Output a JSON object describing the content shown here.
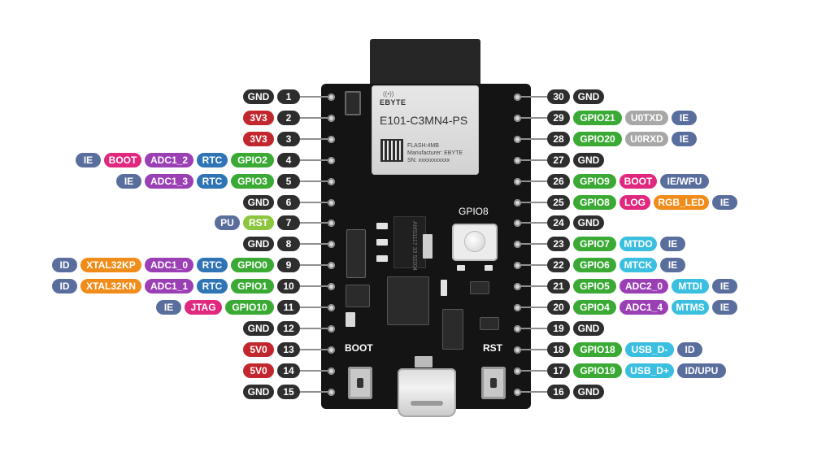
{
  "board": {
    "module_brand": "EBYTE",
    "module_model": "E101-C3MN4-PS",
    "module_flash": "FLASH:4MB",
    "module_manufacturer": "Manufacturer: EBYTE",
    "module_sn": "SN: xxxxxxxxxxx",
    "regulator_text": "AMS1117 33 52204",
    "button_gpio8_label": "GPIO8",
    "button_boot_label": "BOOT",
    "button_rst_label": "RST"
  },
  "left_pins": [
    {
      "num": "1",
      "tags": [
        {
          "t": "GND",
          "c": "gnd"
        }
      ]
    },
    {
      "num": "2",
      "tags": [
        {
          "t": "3V3",
          "c": "pwr"
        }
      ]
    },
    {
      "num": "3",
      "tags": [
        {
          "t": "3V3",
          "c": "pwr"
        }
      ]
    },
    {
      "num": "4",
      "tags": [
        {
          "t": "IE",
          "c": "ie"
        },
        {
          "t": "BOOT",
          "c": "pink"
        },
        {
          "t": "ADC1_2",
          "c": "purple"
        },
        {
          "t": "RTC",
          "c": "rtc"
        },
        {
          "t": "GPIO2",
          "c": "gpio"
        }
      ]
    },
    {
      "num": "5",
      "tags": [
        {
          "t": "IE",
          "c": "ie"
        },
        {
          "t": "ADC1_3",
          "c": "purple"
        },
        {
          "t": "RTC",
          "c": "rtc"
        },
        {
          "t": "GPIO3",
          "c": "gpio"
        }
      ]
    },
    {
      "num": "6",
      "tags": [
        {
          "t": "GND",
          "c": "gnd"
        }
      ]
    },
    {
      "num": "7",
      "tags": [
        {
          "t": "PU",
          "c": "ie"
        },
        {
          "t": "RST",
          "c": "rst"
        }
      ]
    },
    {
      "num": "8",
      "tags": [
        {
          "t": "GND",
          "c": "gnd"
        }
      ]
    },
    {
      "num": "9",
      "tags": [
        {
          "t": "ID",
          "c": "ie"
        },
        {
          "t": "XTAL32KP",
          "c": "orange"
        },
        {
          "t": "ADC1_0",
          "c": "purple"
        },
        {
          "t": "RTC",
          "c": "rtc"
        },
        {
          "t": "GPIO0",
          "c": "gpio"
        }
      ]
    },
    {
      "num": "10",
      "tags": [
        {
          "t": "ID",
          "c": "ie"
        },
        {
          "t": "XTAL32KN",
          "c": "orange"
        },
        {
          "t": "ADC1_1",
          "c": "purple"
        },
        {
          "t": "RTC",
          "c": "rtc"
        },
        {
          "t": "GPIO1",
          "c": "gpio"
        }
      ]
    },
    {
      "num": "11",
      "tags": [
        {
          "t": "IE",
          "c": "ie"
        },
        {
          "t": "JTAG",
          "c": "pink"
        },
        {
          "t": "GPIO10",
          "c": "gpio"
        }
      ]
    },
    {
      "num": "12",
      "tags": [
        {
          "t": "GND",
          "c": "gnd"
        }
      ]
    },
    {
      "num": "13",
      "tags": [
        {
          "t": "5V0",
          "c": "pwr"
        }
      ]
    },
    {
      "num": "14",
      "tags": [
        {
          "t": "5V0",
          "c": "pwr"
        }
      ]
    },
    {
      "num": "15",
      "tags": [
        {
          "t": "GND",
          "c": "gnd"
        }
      ]
    }
  ],
  "right_pins": [
    {
      "num": "30",
      "tags": [
        {
          "t": "GND",
          "c": "gnd"
        }
      ]
    },
    {
      "num": "29",
      "tags": [
        {
          "t": "GPIO21",
          "c": "gpio"
        },
        {
          "t": "U0TXD",
          "c": "gray"
        },
        {
          "t": "IE",
          "c": "ie"
        }
      ]
    },
    {
      "num": "28",
      "tags": [
        {
          "t": "GPIO20",
          "c": "gpio"
        },
        {
          "t": "U0RXD",
          "c": "gray"
        },
        {
          "t": "IE",
          "c": "ie"
        }
      ]
    },
    {
      "num": "27",
      "tags": [
        {
          "t": "GND",
          "c": "gnd"
        }
      ]
    },
    {
      "num": "26",
      "tags": [
        {
          "t": "GPIO9",
          "c": "gpio"
        },
        {
          "t": "BOOT",
          "c": "pink"
        },
        {
          "t": "IE/WPU",
          "c": "ie"
        }
      ]
    },
    {
      "num": "25",
      "tags": [
        {
          "t": "GPIO8",
          "c": "gpio"
        },
        {
          "t": "LOG",
          "c": "pink"
        },
        {
          "t": "RGB_LED",
          "c": "orange"
        },
        {
          "t": "IE",
          "c": "ie"
        }
      ]
    },
    {
      "num": "24",
      "tags": [
        {
          "t": "GND",
          "c": "gnd"
        }
      ]
    },
    {
      "num": "23",
      "tags": [
        {
          "t": "GPIO7",
          "c": "gpio"
        },
        {
          "t": "MTDO",
          "c": "cyan"
        },
        {
          "t": "IE",
          "c": "ie"
        }
      ]
    },
    {
      "num": "22",
      "tags": [
        {
          "t": "GPIO6",
          "c": "gpio"
        },
        {
          "t": "MTCK",
          "c": "cyan"
        },
        {
          "t": "IE",
          "c": "ie"
        }
      ]
    },
    {
      "num": "21",
      "tags": [
        {
          "t": "GPIO5",
          "c": "gpio"
        },
        {
          "t": "ADC2_0",
          "c": "purple"
        },
        {
          "t": "MTDI",
          "c": "cyan"
        },
        {
          "t": "IE",
          "c": "ie"
        }
      ]
    },
    {
      "num": "20",
      "tags": [
        {
          "t": "GPIO4",
          "c": "gpio"
        },
        {
          "t": "ADC1_4",
          "c": "purple"
        },
        {
          "t": "MTMS",
          "c": "cyan"
        },
        {
          "t": "IE",
          "c": "ie"
        }
      ]
    },
    {
      "num": "19",
      "tags": [
        {
          "t": "GND",
          "c": "gnd"
        }
      ]
    },
    {
      "num": "18",
      "tags": [
        {
          "t": "GPIO18",
          "c": "gpio"
        },
        {
          "t": "USB_D-",
          "c": "cyan"
        },
        {
          "t": "ID",
          "c": "ie"
        }
      ]
    },
    {
      "num": "17",
      "tags": [
        {
          "t": "GPIO19",
          "c": "gpio"
        },
        {
          "t": "USB_D+",
          "c": "cyan"
        },
        {
          "t": "ID/UPU",
          "c": "ie"
        }
      ]
    },
    {
      "num": "16",
      "tags": [
        {
          "t": "GND",
          "c": "gnd"
        }
      ]
    }
  ]
}
